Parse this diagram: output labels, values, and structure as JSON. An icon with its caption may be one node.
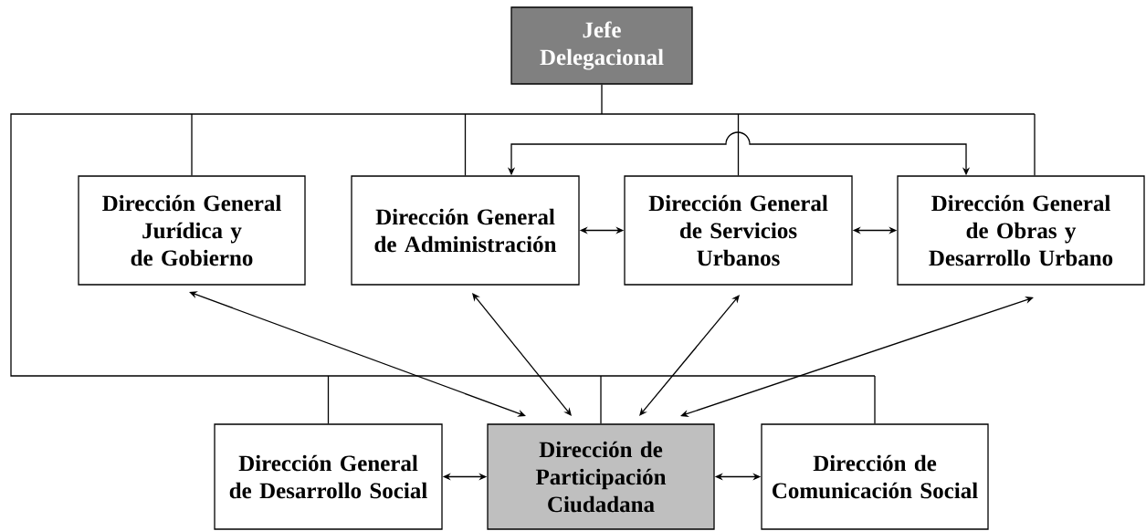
{
  "diagram": {
    "nodes": [
      {
        "text": [
          "Jefe Delegacional"
        ]
      },
      {
        "text": [
          "Dirección General Jurídica y de Gobierno"
        ]
      },
      {
        "text": [
          "Dirección General de Administración"
        ]
      },
      {
        "text": [
          "Dirección General de Servicios Urbanos"
        ]
      },
      {
        "text": [
          "Dirección General de Obras y Desarrollo Urbano"
        ]
      },
      {
        "text": [
          "Dirección General de Desarrollo Social"
        ]
      },
      {
        "text": [
          "Dirección de Participación Ciudadana"
        ]
      },
      {
        "text": [
          "Dirección de Comunicación Social"
        ]
      }
    ],
    "edges": [
      {
        "from": 0,
        "to": 1,
        "arrow": "none"
      },
      {
        "from": 0,
        "to": 2,
        "arrow": "none"
      },
      {
        "from": 0,
        "to": 3,
        "arrow": "none"
      },
      {
        "from": 0,
        "to": 4,
        "arrow": "none"
      },
      {
        "from": 0,
        "to": 5,
        "arrow": "none"
      },
      {
        "from": 0,
        "to": 6,
        "arrow": "none"
      },
      {
        "from": 0,
        "to": 7,
        "arrow": "none"
      },
      {
        "from": 2,
        "to": 4,
        "arrow": "both"
      },
      {
        "from": 2,
        "to": 3,
        "arrow": "both"
      },
      {
        "from": 3,
        "to": 4,
        "arrow": "both"
      },
      {
        "from": 1,
        "to": 6,
        "arrow": "both"
      },
      {
        "from": 2,
        "to": 6,
        "arrow": "both"
      },
      {
        "from": 3,
        "to": 6,
        "arrow": "both"
      },
      {
        "from": 4,
        "to": 6,
        "arrow": "both"
      },
      {
        "from": 5,
        "to": 6,
        "arrow": "both"
      },
      {
        "from": 6,
        "to": 7,
        "arrow": "both"
      }
    ]
  }
}
